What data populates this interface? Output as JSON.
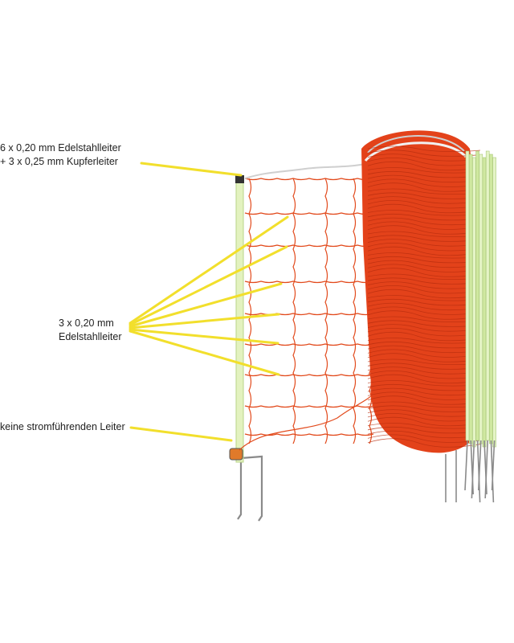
{
  "labels": {
    "top": {
      "line1": "6 x 0,20 mm Edelstahlleiter",
      "line2": "+ 3 x 0,25 mm Kupferleiter"
    },
    "middle": {
      "line1": "3 x 0,20 mm",
      "line2": "Edelstahlleiter"
    },
    "bottom": {
      "line1": "keine stromführenden Leiter"
    }
  },
  "colors": {
    "leader_line": "#f2df2c",
    "net": "#e24a1c",
    "post": "#dff0b8",
    "wire": "#d8d8d8",
    "spike": "#8a8a8a"
  },
  "image": {
    "subject": "electric fence netting roll with posts",
    "icons": [
      "fence-net-drawing"
    ]
  }
}
